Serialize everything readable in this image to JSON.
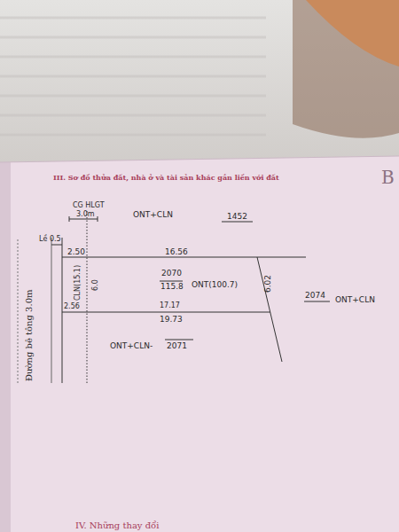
{
  "diagram": {
    "title": "III. Sơ đồ thửa đất, nhà ở và tài sản khác gắn liền với đất",
    "nodes": [
      {
        "text": [
          "2070",
          "115.8",
          "ONT(100.7)"
        ]
      }
    ],
    "labels": [
      "B",
      "CG HLGT",
      "3.0m",
      "ONT+CLN",
      "1452",
      "Lề 0.5",
      "2.50",
      "16.56",
      "CLN(15.1)",
      "6.0",
      "6.02",
      "2074",
      "ONT+CLN",
      "2.56",
      "17.17",
      "19.73",
      "ONT+CLN-",
      "2071",
      "Đường bê tông 3.0m",
      "IV. Những thay đổi"
    ]
  }
}
